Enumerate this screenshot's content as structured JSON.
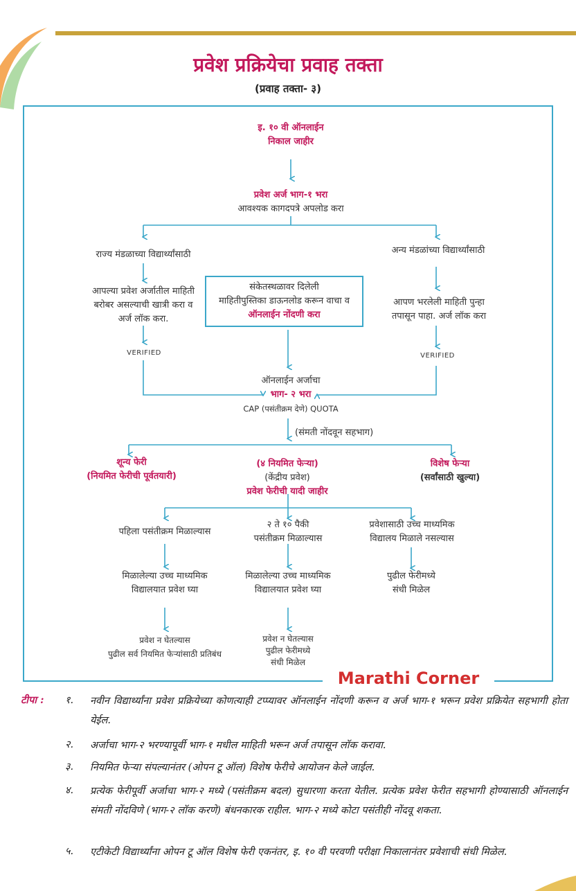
{
  "title": "प्रवेश प्रक्रियेचा प्रवाह तक्ता",
  "subtitle": "(प्रवाह तक्ता- ३)",
  "flow": {
    "n1": [
      "इ. १० वी ऑनलाईन",
      "निकाल जाहीर"
    ],
    "n2_title": "प्रवेश अर्ज भाग-१ भरा",
    "n2_sub": "आवश्यक कागदपत्रे अपलोड करा",
    "left_head": "राज्य मंडळाच्या विद्यार्थ्यांसाठी",
    "right_head": "अन्य मंडळांच्या विद्यार्थ्यांसाठी",
    "left_body": [
      "आपल्या प्रवेश अर्जातील माहिती",
      "बरोबर असल्याची खात्री करा व",
      "अर्ज लॉक करा."
    ],
    "center_box": [
      "संकेतस्थळावर दिलेली",
      "माहितीपुस्तिका डाऊनलोड करून वाचा व"
    ],
    "center_box_em": "ऑनलाईन नोंदणी करा",
    "right_body": [
      "आपण भरलेली माहिती पुन्हा",
      "तपासून पाहा. अर्ज लॉक करा"
    ],
    "verified_left": "VERIFIED",
    "verified_right": "VERIFIED",
    "n3_line1": "ऑनलाईन अर्जाचा",
    "n3_line2": "भाग- २ भरा",
    "n3_line3": "CAP (पसंतीक्रम देणे) QUOTA",
    "consent": "(संमती नोंदवून सहभाग)",
    "zero_round": [
      "शून्य फेरी",
      "(नियमित फेरीची पूर्वतयारी)"
    ],
    "regular_rounds": [
      "(४ नियमित फेऱ्या)",
      "(केंद्रीय प्रवेश)",
      "प्रवेश फेरीची यादी जाहीर"
    ],
    "special_round": [
      "विशेष फेऱ्या",
      "(सर्वांसाठी खुल्या)"
    ],
    "b1": "पहिला पसंतीक्रम मिळाल्यास",
    "b2": [
      "२ ते १० पैकी",
      "पसंतीक्रम मिळाल्यास"
    ],
    "b3": [
      "प्रवेशासाठी उच्च माध्यमिक",
      "विद्यालय मिळाले नसल्यास"
    ],
    "c1": [
      "मिळालेल्या उच्च माध्यमिक",
      "विद्यालयात प्रवेश घ्या"
    ],
    "c2": [
      "मिळालेल्या उच्च माध्यमिक",
      "विद्यालयात प्रवेश घ्या"
    ],
    "c3": [
      "पुढील फेरीमध्ये",
      "संधी मिळेल"
    ],
    "d1": [
      "प्रवेश न घेतल्यास",
      "पुढील सर्व नियमित फेऱ्यांसाठी प्रतिबंध"
    ],
    "d2": [
      "प्रवेश न घेतल्यास",
      "पुढील फेरीमध्ये",
      "संधी मिळेल"
    ]
  },
  "watermark": "Marathi Corner",
  "notes": {
    "label": "टीपा :",
    "items": [
      {
        "num": "१.",
        "text": "नवीन विद्यार्थ्यांना प्रवेश प्रक्रियेच्या कोणत्याही टप्प्यावर ऑनलाईन नोंदणी करून व अर्ज भाग-१ भरून प्रवेश प्रक्रियेत सहभागी होता येईल."
      },
      {
        "num": "२.",
        "text": "अर्जाचा भाग-२ भरण्यापूर्वी भाग-१ मधील माहिती भरून अर्ज तपासून लॉक करावा."
      },
      {
        "num": "३.",
        "text": "नियमित फेऱ्या संपल्यानंतर (ओपन टू ऑल) विशेष फेरीचे आयोजन केले जाईल."
      },
      {
        "num": "४.",
        "text": "प्रत्येक फेरीपूर्वी अर्जाचा भाग-२ मध्ये (पसंतीक्रम बदल) सुधारणा करता येतील. प्रत्येक प्रवेश फेरीत सहभागी होण्यासाठी ऑनलाईन संमती नोंदविणे (भाग-२ लॉक करणे) बंधनकारक राहील. भाग-२ मध्ये कोटा पसंतीही नोंदवू शकता."
      },
      {
        "num": "५.",
        "text": "एटीकेटी विद्यार्थ्यांना ओपन टू ऑल विशेष फेरी एकनंतर, इ. १० वी परवणी परीक्षा निकालानंतर प्रवेशाची संधी मिळेल."
      }
    ]
  },
  "colors": {
    "accent": "#c2185b",
    "line": "#3aa7c9",
    "gold": "#c8a23a",
    "watermark": "#d32f2f"
  }
}
